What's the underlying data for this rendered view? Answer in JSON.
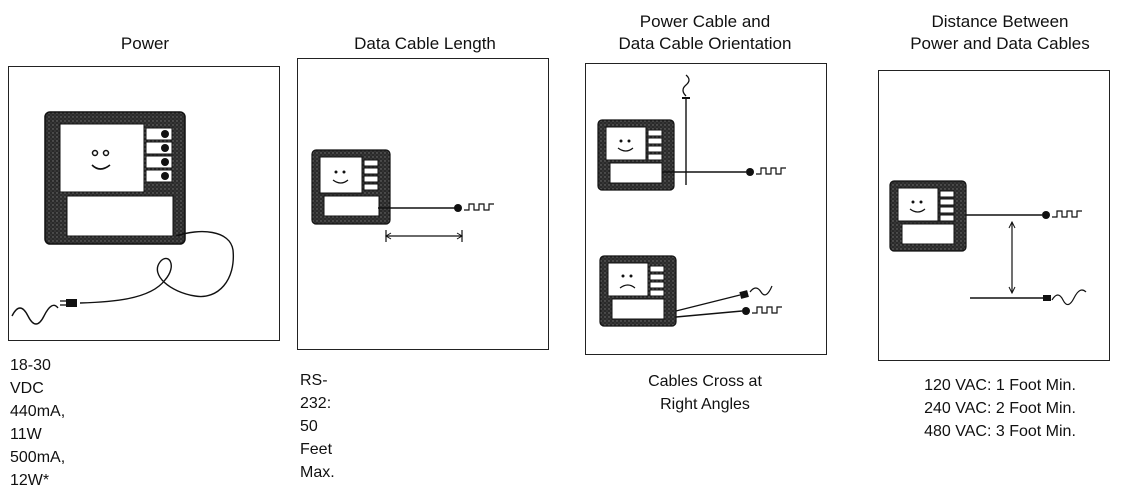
{
  "panels": [
    {
      "title_lines": [
        "Power"
      ],
      "caption_lines": [
        "18-30 VDC",
        "440mA, 11W",
        "500mA, 12W*"
      ]
    },
    {
      "title_lines": [
        "Data Cable Length"
      ],
      "caption_lines": [
        "RS-232: 50 Feet Max."
      ]
    },
    {
      "title_lines": [
        "Power Cable and",
        "Data Cable Orientation"
      ],
      "caption_lines": [
        "Cables Cross at",
        "Right Angles"
      ]
    },
    {
      "title_lines": [
        "Distance Between",
        "Power and Data Cables"
      ],
      "caption_lines": [
        "120 VAC: 1 Foot Min.",
        "240 VAC: 2 Foot Min.",
        "480 VAC: 3 Foot Min."
      ]
    }
  ],
  "icons": {
    "device": "device-happy-icon",
    "device_sad": "device-sad-icon",
    "power_plug": "power-plug-icon",
    "data_signal": "square-wave-icon",
    "power_signal": "sine-wave-icon"
  }
}
